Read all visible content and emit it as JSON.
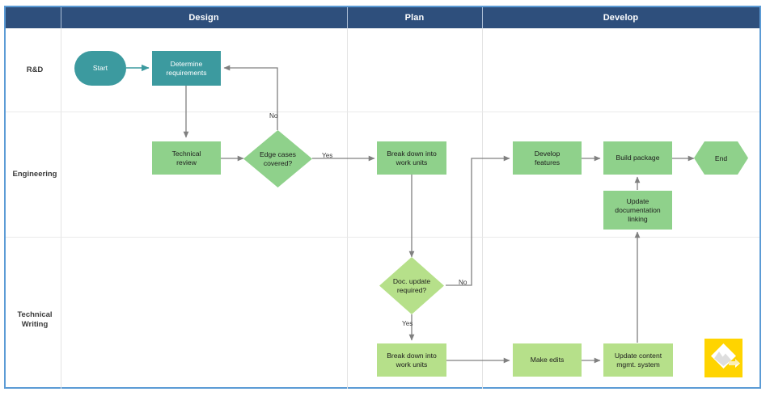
{
  "diagram": {
    "type": "cross-functional-flowchart",
    "accent_border_color": "#5b9bd5",
    "header_band_color": "#2e4f7c",
    "teal_shape_color": "#3c9a9f",
    "green_shape_color": "#8fd18b",
    "light_green_shape_color": "#b6e08a",
    "connector_color": "#808080",
    "watermark_color": "#ffd400"
  },
  "phases": [
    {
      "id": "design",
      "label": "Design"
    },
    {
      "id": "plan",
      "label": "Plan"
    },
    {
      "id": "develop",
      "label": "Develop"
    }
  ],
  "lanes": [
    {
      "id": "rnd",
      "label": "R&D"
    },
    {
      "id": "eng",
      "label": "Engineering"
    },
    {
      "id": "techwriting",
      "label": "Technical\nWriting",
      "line1": "Technical",
      "line2": "Writing"
    }
  ],
  "nodes": {
    "start": {
      "label": "Start",
      "shape": "terminator",
      "lane": "rnd",
      "phase": "design"
    },
    "determine_req": {
      "label": "Determine\nrequirements",
      "line1": "Determine",
      "line2": "requirements",
      "shape": "process",
      "lane": "rnd",
      "phase": "design"
    },
    "tech_review": {
      "label": "Technical\nreview",
      "line1": "Technical",
      "line2": "review",
      "shape": "process",
      "lane": "eng",
      "phase": "design"
    },
    "edge_cases": {
      "label": "Edge cases\ncovered?",
      "line1": "Edge cases",
      "line2": "covered?",
      "shape": "decision",
      "lane": "eng",
      "phase": "design"
    },
    "breakdown_eng": {
      "label": "Break down into\nwork units",
      "line1": "Break down into",
      "line2": "work units",
      "shape": "process",
      "lane": "eng",
      "phase": "plan"
    },
    "develop_feat": {
      "label": "Develop\nfeatures",
      "line1": "Develop",
      "line2": "features",
      "shape": "process",
      "lane": "eng",
      "phase": "develop"
    },
    "build_package": {
      "label": "Build package",
      "line1": "Build package",
      "shape": "process",
      "lane": "eng",
      "phase": "develop"
    },
    "end": {
      "label": "End",
      "shape": "terminator-hex",
      "lane": "eng",
      "phase": "develop"
    },
    "update_doc_link": {
      "label": "Update\ndocumentation\nlinking",
      "line1": "Update",
      "line2": "documentation",
      "line3": "linking",
      "shape": "process",
      "lane": "eng",
      "phase": "develop"
    },
    "doc_update_req": {
      "label": "Doc. update\nrequired?",
      "line1": "Doc. update",
      "line2": "required?",
      "shape": "decision",
      "lane": "techwriting",
      "phase": "plan"
    },
    "breakdown_tw": {
      "label": "Break down into\nwork units",
      "line1": "Break down into",
      "line2": "work units",
      "shape": "process",
      "lane": "techwriting",
      "phase": "plan"
    },
    "make_edits": {
      "label": "Make edits",
      "line1": "Make edits",
      "shape": "process",
      "lane": "techwriting",
      "phase": "develop"
    },
    "update_cms": {
      "label": "Update content\nmgmt. system",
      "line1": "Update content",
      "line2": "mgmt. system",
      "shape": "process",
      "lane": "techwriting",
      "phase": "develop"
    }
  },
  "edge_labels": {
    "edge_cases_no": "No",
    "edge_cases_yes": "Yes",
    "doc_update_no": "No",
    "doc_update_yes": "Yes"
  },
  "edges": [
    {
      "from": "start",
      "to": "determine_req"
    },
    {
      "from": "determine_req",
      "to": "tech_review"
    },
    {
      "from": "tech_review",
      "to": "edge_cases"
    },
    {
      "from": "edge_cases",
      "to": "determine_req",
      "label": "No"
    },
    {
      "from": "edge_cases",
      "to": "breakdown_eng",
      "label": "Yes"
    },
    {
      "from": "breakdown_eng",
      "to": "doc_update_req"
    },
    {
      "from": "doc_update_req",
      "to": "develop_feat",
      "label": "No"
    },
    {
      "from": "doc_update_req",
      "to": "breakdown_tw",
      "label": "Yes"
    },
    {
      "from": "develop_feat",
      "to": "build_package"
    },
    {
      "from": "build_package",
      "to": "end"
    },
    {
      "from": "update_doc_link",
      "to": "build_package"
    },
    {
      "from": "breakdown_tw",
      "to": "make_edits"
    },
    {
      "from": "make_edits",
      "to": "update_cms"
    },
    {
      "from": "update_cms",
      "to": "update_doc_link"
    }
  ]
}
